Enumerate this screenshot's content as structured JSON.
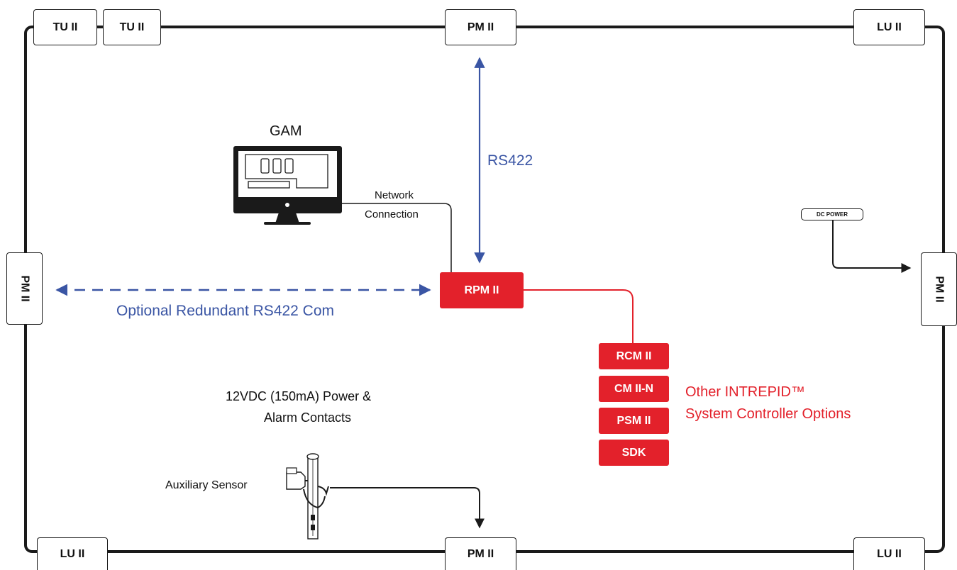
{
  "colors": {
    "accent_red": "#e3212b",
    "accent_blue": "#3a55a4",
    "line_black": "#1a1a1a"
  },
  "nodes": {
    "tu_left_1": "TU II",
    "tu_left_2": "TU II",
    "pm_top": "PM II",
    "lu_top_right": "LU II",
    "pm_left": "PM II",
    "pm_right": "PM II",
    "lu_bottom_left": "LU II",
    "pm_bottom": "PM II",
    "lu_bottom_right": "LU II",
    "rpm": "RPM II",
    "dc_power": "DC POWER"
  },
  "controller_options": [
    "RCM II",
    "CM II-N",
    "PSM II",
    "SDK"
  ],
  "labels": {
    "gam": "GAM",
    "network_line1": "Network",
    "network_line2": "Connection",
    "rs422": "RS422",
    "optional_com": "Optional Redundant RS422 Com",
    "other_line1": "Other INTREPID™",
    "other_line2": "System Controller Options",
    "power_line1": "12VDC (150mA) Power &",
    "power_line2": "Alarm Contacts",
    "aux_sensor": "Auxiliary Sensor"
  },
  "icons": {
    "monitor": "computer-monitor-icon",
    "sensor": "auxiliary-sensor-post-icon"
  }
}
